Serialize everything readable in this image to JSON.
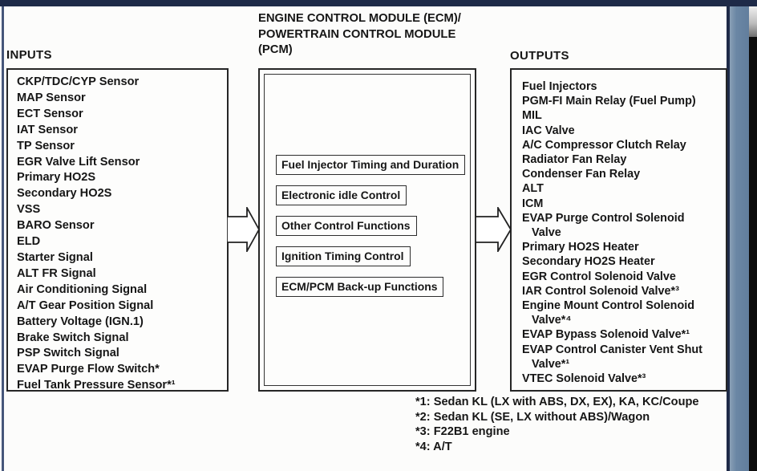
{
  "frame": {
    "top_bar_color": "#1e2a48",
    "rail_bar_color": "#647f9e",
    "rail_strip_color": "#0c0c0c"
  },
  "inputs": {
    "label": "INPUTS",
    "items": [
      "CKP/TDC/CYP Sensor",
      "MAP Sensor",
      "ECT Sensor",
      "IAT Sensor",
      "TP Sensor",
      "EGR Valve Lift Sensor",
      "Primary HO2S",
      "Secondary HO2S",
      "VSS",
      "BARO Sensor",
      "ELD",
      "Starter Signal",
      "ALT FR Signal",
      "Air Conditioning Signal",
      "A/T Gear Position Signal",
      "Battery Voltage (IGN.1)",
      "Brake Switch Signal",
      "PSP Switch Signal",
      "EVAP Purge Flow Switch*",
      "Fuel Tank Pressure Sensor*¹"
    ]
  },
  "ecm": {
    "title_lines": [
      "ENGINE CONTROL MODULE (ECM)/",
      "POWERTRAIN CONTROL MODULE",
      "(PCM)"
    ],
    "functions": [
      "Fuel Injector Timing and Duration",
      "Electronic idle Control",
      "Other Control Functions",
      "Ignition Timing Control",
      "ECM/PCM Back-up Functions"
    ]
  },
  "outputs": {
    "label": "OUTPUTS",
    "items": [
      "Fuel Injectors",
      "PGM-FI Main Relay (Fuel Pump)",
      "MIL",
      "IAC Valve",
      "A/C Compressor Clutch Relay",
      "Radiator Fan Relay",
      "Condenser Fan Relay",
      "ALT",
      "ICM",
      "EVAP Purge Control Solenoid\n   Valve",
      "Primary HO2S Heater",
      "Secondary HO2S Heater",
      "EGR Control Solenoid Valve",
      "IAR Control Solenoid Valve*³",
      "Engine Mount Control Solenoid\n   Valve*⁴",
      "EVAP Bypass Solenoid Valve*¹",
      "EVAP Control Canister Vent Shut\n   Valve*¹",
      "VTEC Solenoid Valve*³"
    ]
  },
  "footnotes": [
    "*1: Sedan KL (LX with ABS, DX, EX), KA, KC/Coupe",
    "*2: Sedan KL (SE, LX without ABS)/Wagon",
    "*3: F22B1 engine",
    "*4: A/T"
  ]
}
